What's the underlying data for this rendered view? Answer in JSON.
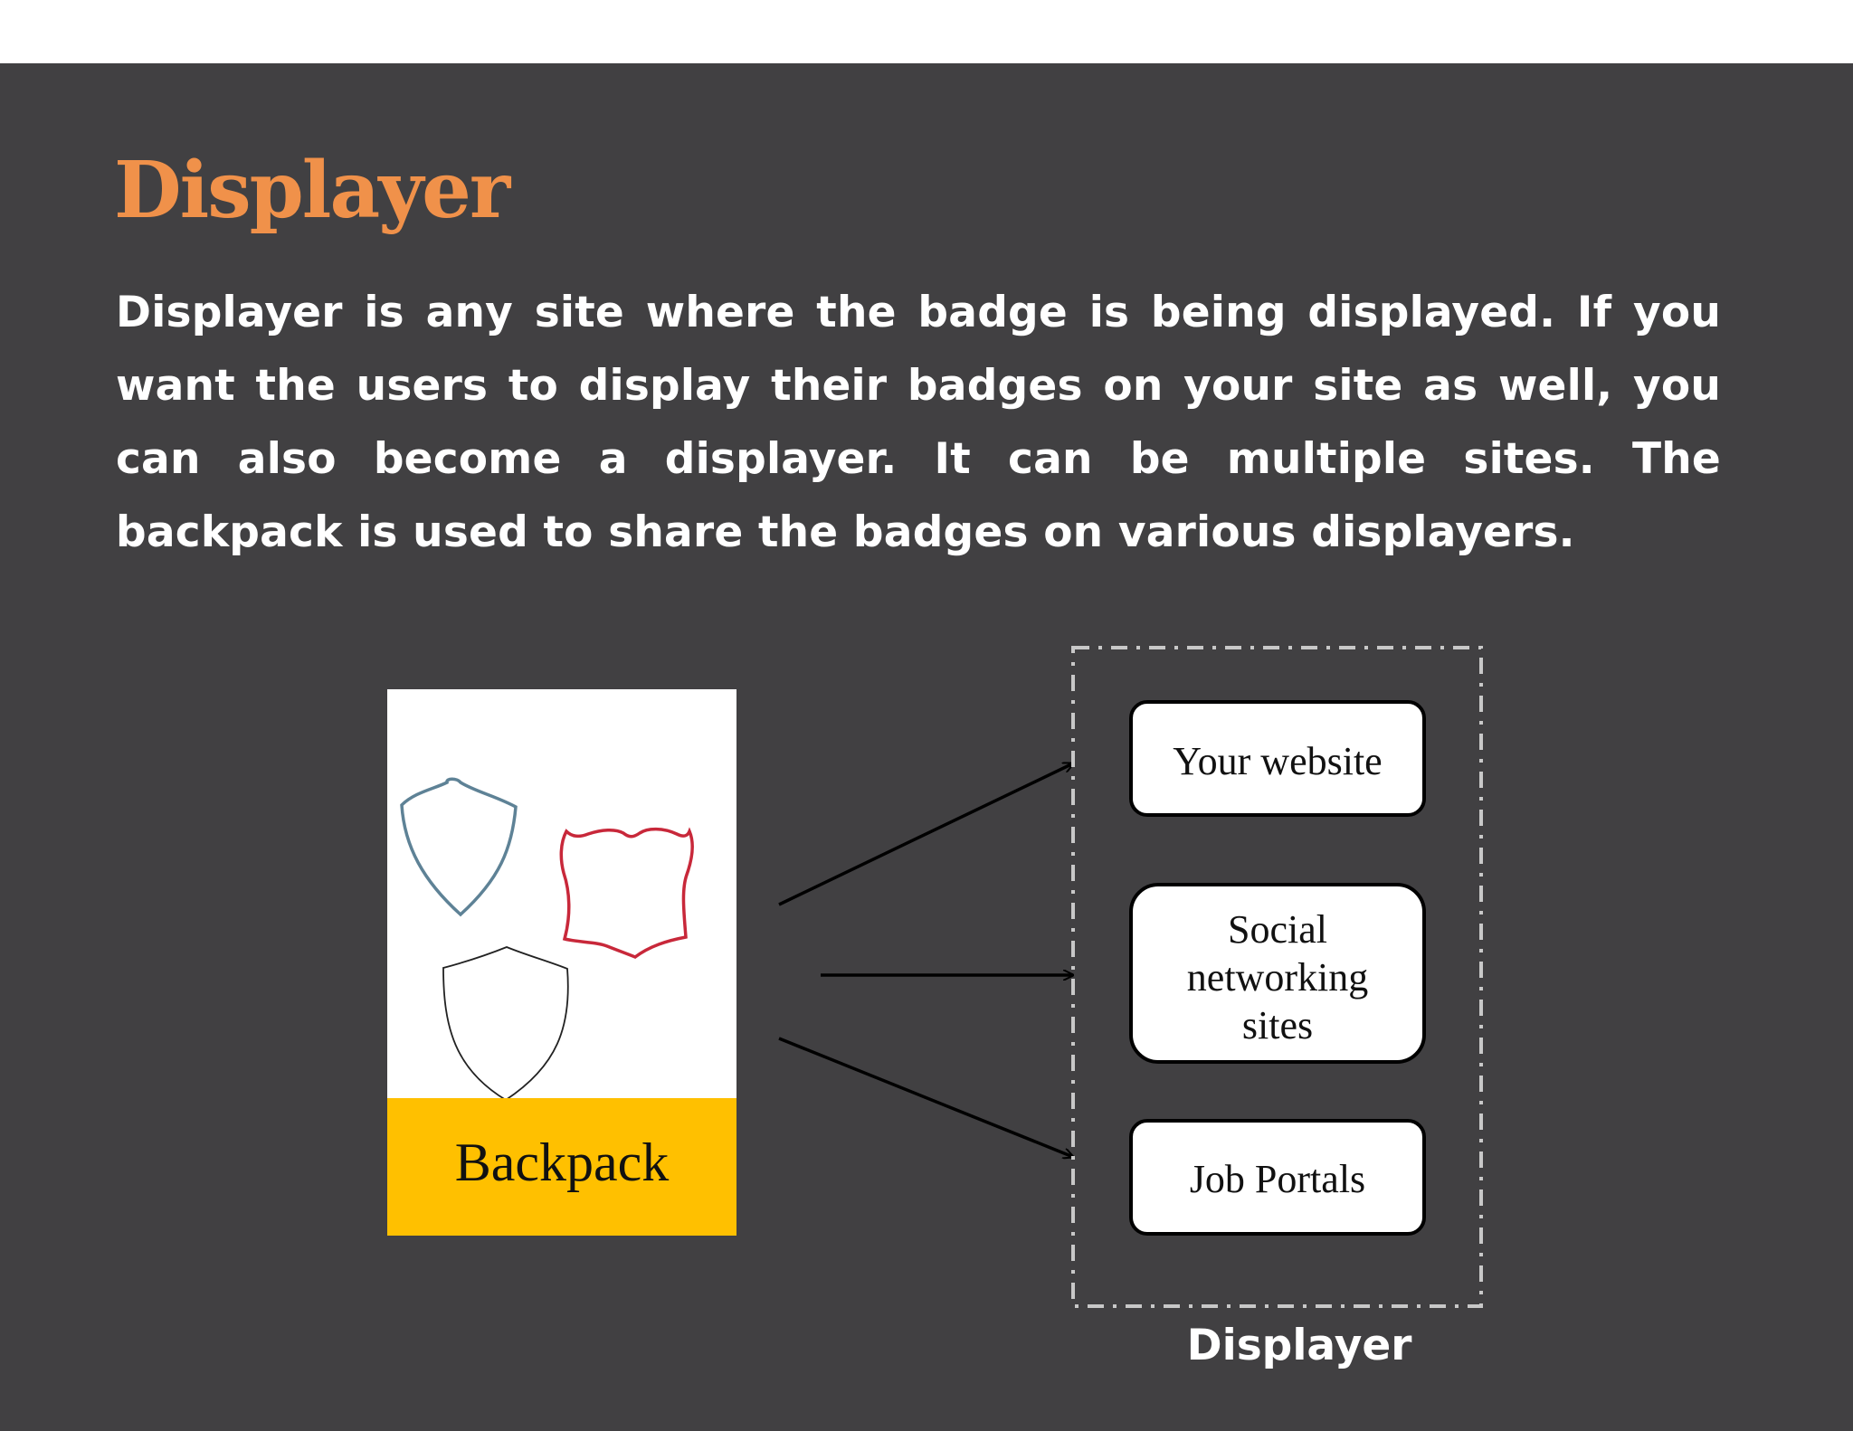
{
  "slide": {
    "title": "Displayer",
    "body": "Displayer is any site where the badge is being displayed. If you want the users to display their badges on your site as well, you can also become a displayer. It can be multiple sites. The backpack is used to share the badges on various displayers."
  },
  "diagram": {
    "backpack": {
      "label": "Backpack",
      "label_bg": "#ffc000",
      "badges": [
        {
          "name": "shield-badge",
          "stroke": "#5e8296"
        },
        {
          "name": "route-shield-badge",
          "stroke": "#c8283a"
        },
        {
          "name": "plain-shield-badge",
          "stroke": "#222222"
        }
      ]
    },
    "displayer_sites": [
      {
        "lines": [
          "Your website"
        ]
      },
      {
        "lines": [
          "Social",
          "networking",
          "sites"
        ]
      },
      {
        "lines": [
          "Job Portals"
        ]
      }
    ],
    "group_label": "Displayer"
  },
  "colors": {
    "background": "#414042",
    "title": "#f0914a",
    "text": "#ffffff",
    "dashed_border": "#c8c8c8"
  }
}
